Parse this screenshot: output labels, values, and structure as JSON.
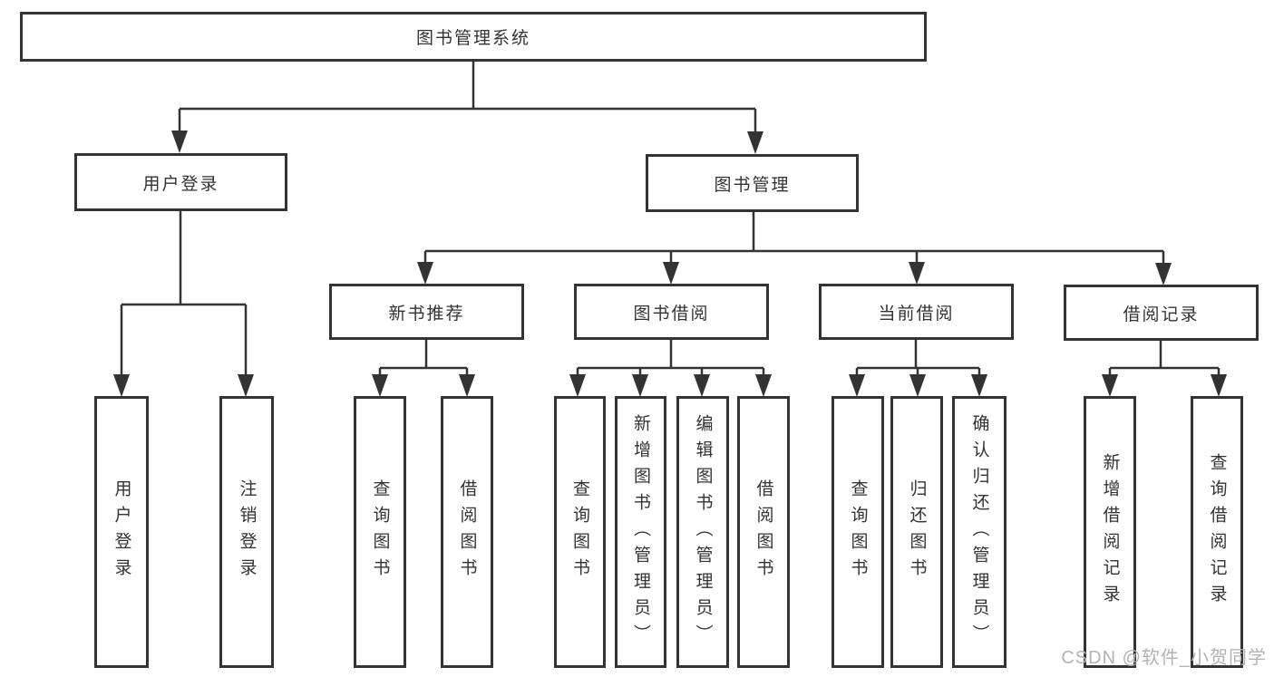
{
  "diagram": {
    "root": {
      "label": "图书管理系统"
    },
    "branches": [
      {
        "label": "用户登录",
        "children": [
          {
            "label": "用户登录"
          },
          {
            "label": "注销登录"
          }
        ]
      },
      {
        "label": "图书管理",
        "children": [
          {
            "label": "新书推荐",
            "children": [
              {
                "label": "查询图书"
              },
              {
                "label": "借阅图书"
              }
            ]
          },
          {
            "label": "图书借阅",
            "children": [
              {
                "label": "查询图书"
              },
              {
                "label": "新增图书（管理员）"
              },
              {
                "label": "编辑图书（管理员）"
              },
              {
                "label": "借阅图书"
              }
            ]
          },
          {
            "label": "当前借阅",
            "children": [
              {
                "label": "查询图书"
              },
              {
                "label": "归还图书"
              },
              {
                "label": "确认归还（管理员）"
              }
            ]
          },
          {
            "label": "借阅记录",
            "children": [
              {
                "label": "新增借阅记录"
              },
              {
                "label": "查询借阅记录"
              }
            ]
          }
        ]
      }
    ]
  },
  "watermark": {
    "text": "CSDN @软件_小贺同学",
    "color": "#b3b3b3"
  },
  "colors": {
    "line": "#333333",
    "box_border": "#333333",
    "text": "#333333",
    "background": "#ffffff"
  }
}
